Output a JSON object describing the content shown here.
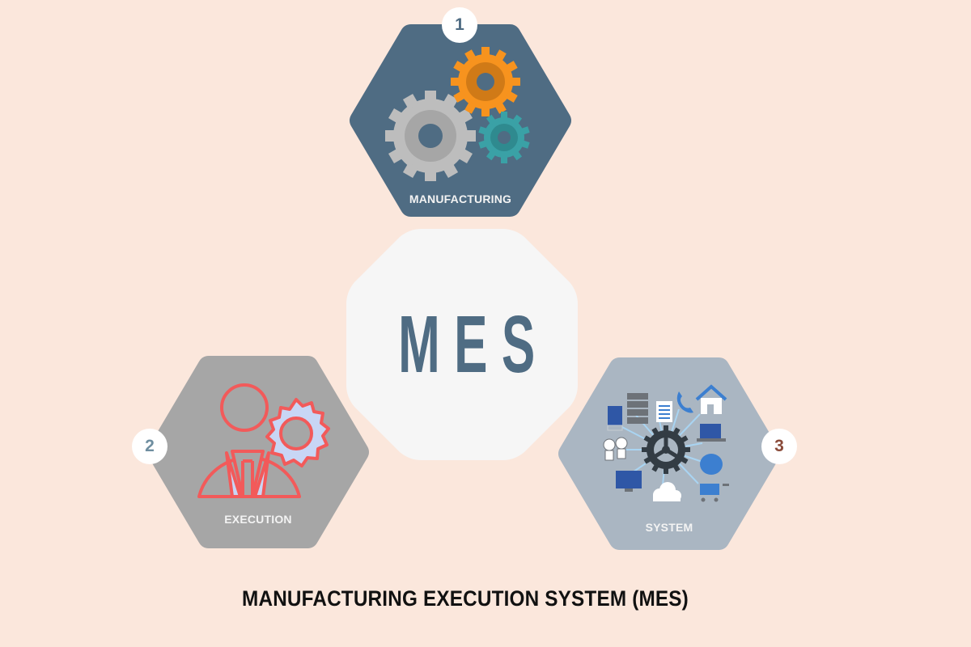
{
  "colors": {
    "background": "#fbe7dc",
    "manufacturing_hex": "#4f6c83",
    "execution_hex": "#a6a6a6",
    "system_hex": "#aab6c2",
    "center_octagon": "#f6f6f6",
    "mes_text": "#4f6c83",
    "execution_icon_stroke": "#f25a5a",
    "execution_icon_fill": "#c8d6f5",
    "gear_orange": "#f7931e",
    "gear_gray": "#bdbdbd",
    "gear_teal": "#3aa1a6",
    "badge_bg": "#ffffff",
    "badge1_text": "#4f6c83",
    "badge2_text": "#6f8ea0",
    "badge3_text": "#8a4b3a"
  },
  "center": {
    "label": "MES"
  },
  "segments": [
    {
      "number": "1",
      "label": "MANUFACTURING",
      "icon": "gears-icon"
    },
    {
      "number": "2",
      "label": "EXECUTION",
      "icon": "person-gear-icon"
    },
    {
      "number": "3",
      "label": "SYSTEM",
      "icon": "network-gear-icon"
    }
  ],
  "title": "MANUFACTURING EXECUTION SYSTEM (MES)"
}
